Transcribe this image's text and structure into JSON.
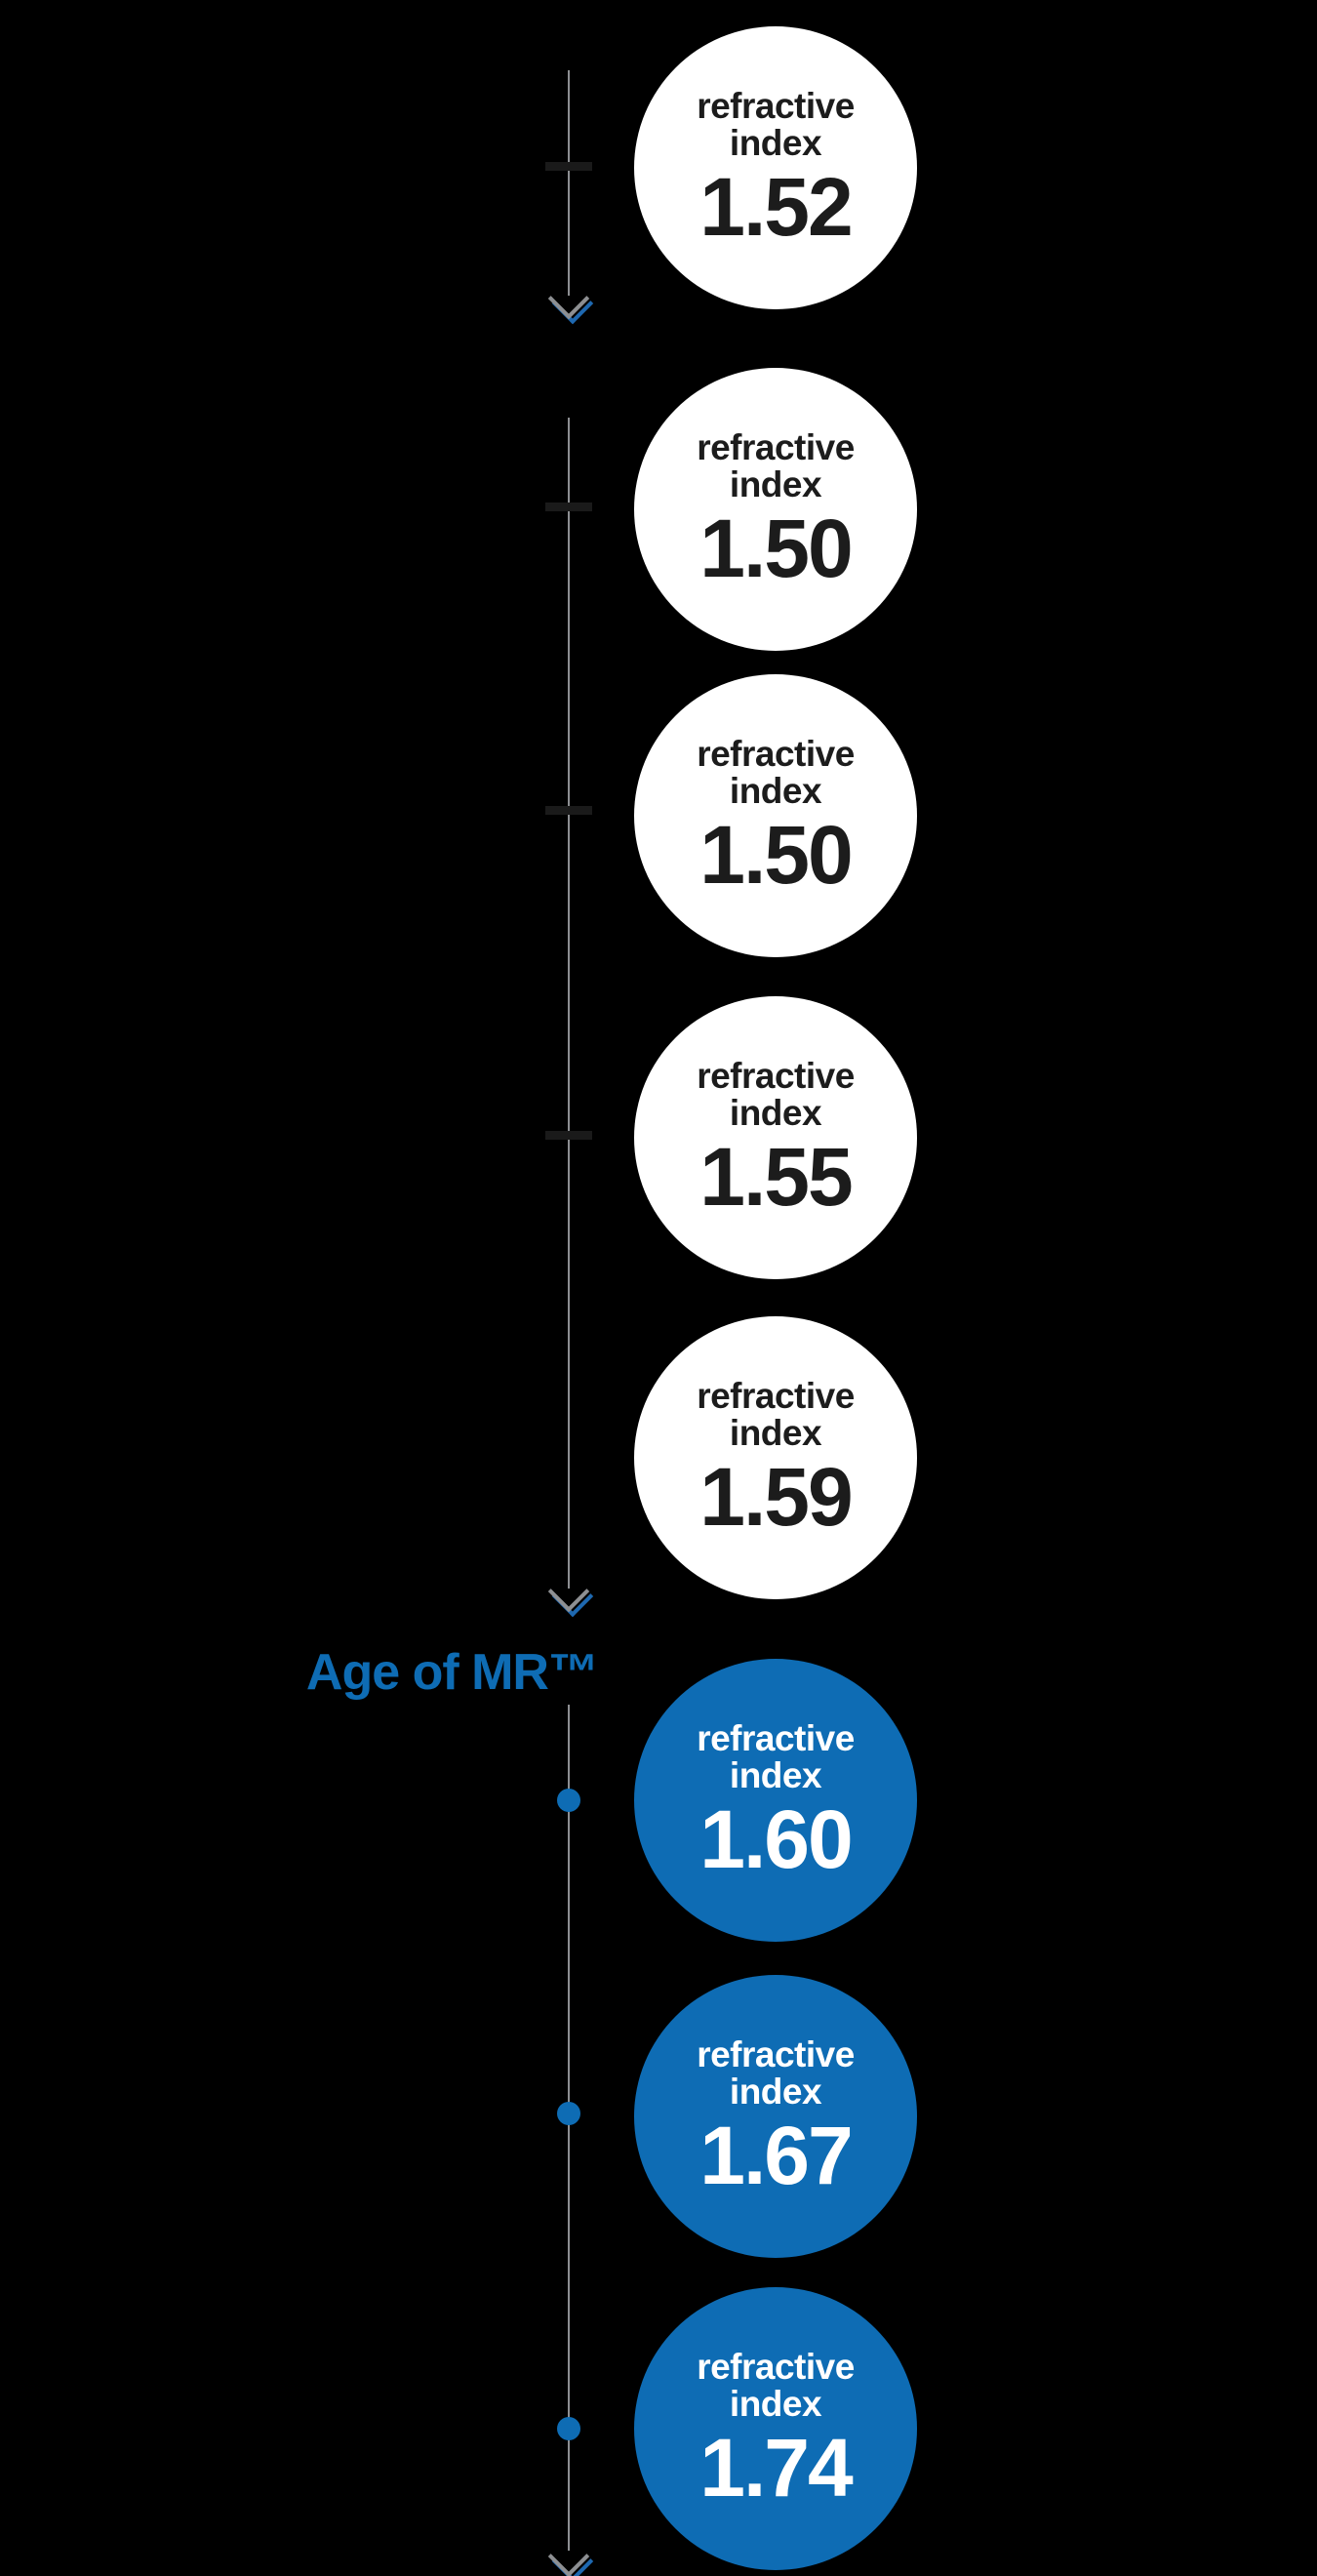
{
  "era": {
    "label": "Age of MR™"
  },
  "node_label": {
    "line1": "refractive",
    "line2": "index"
  },
  "nodes": [
    {
      "value": "1.52",
      "highlighted": false
    },
    {
      "value": "1.50",
      "highlighted": false
    },
    {
      "value": "1.50",
      "highlighted": false
    },
    {
      "value": "1.55",
      "highlighted": false
    },
    {
      "value": "1.59",
      "highlighted": false
    },
    {
      "value": "1.60",
      "highlighted": true
    },
    {
      "value": "1.67",
      "highlighted": true
    },
    {
      "value": "1.74",
      "highlighted": true
    }
  ],
  "colors": {
    "background": "#000000",
    "accent_blue": "#0e6cb4",
    "circle_white": "#ffffff",
    "line_gray": "#8d8f92",
    "dark_text": "#1c1c1c",
    "tick_dark": "#1a1a1a"
  }
}
